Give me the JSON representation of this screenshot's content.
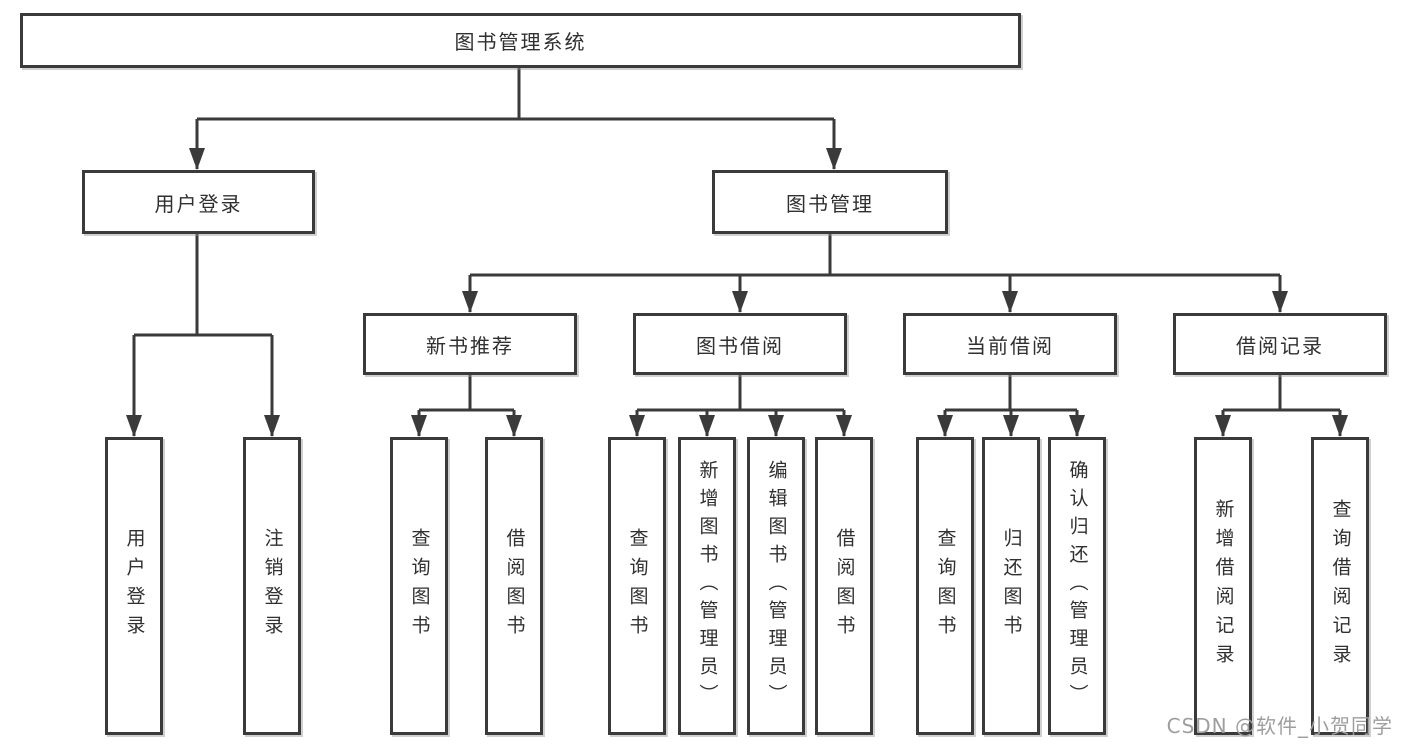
{
  "diagram": {
    "root": {
      "label": "图书管理系统"
    },
    "level2": [
      {
        "label": "用户登录"
      },
      {
        "label": "图书管理"
      }
    ],
    "level3": [
      {
        "label": "新书推荐"
      },
      {
        "label": "图书借阅"
      },
      {
        "label": "当前借阅"
      },
      {
        "label": "借阅记录"
      }
    ],
    "leaves": {
      "user_login": [
        "用户登录",
        "注销登录"
      ],
      "new_book_recommend": [
        "查询图书",
        "借阅图书"
      ],
      "book_borrow": [
        "查询图书",
        "新增图书（管理员）",
        "编辑图书（管理员）",
        "借阅图书"
      ],
      "current_borrow": [
        "查询图书",
        "归还图书",
        "确认归还（管理员）"
      ],
      "borrow_records": [
        "新增借阅记录",
        "查询借阅记录"
      ]
    },
    "colors": {
      "line": "#3a3a3a",
      "box_border": "#3a3a3a",
      "text": "#303030"
    }
  },
  "watermark": {
    "text": "CSDN @软件_小贺同学",
    "color": "#9e9e9e"
  }
}
